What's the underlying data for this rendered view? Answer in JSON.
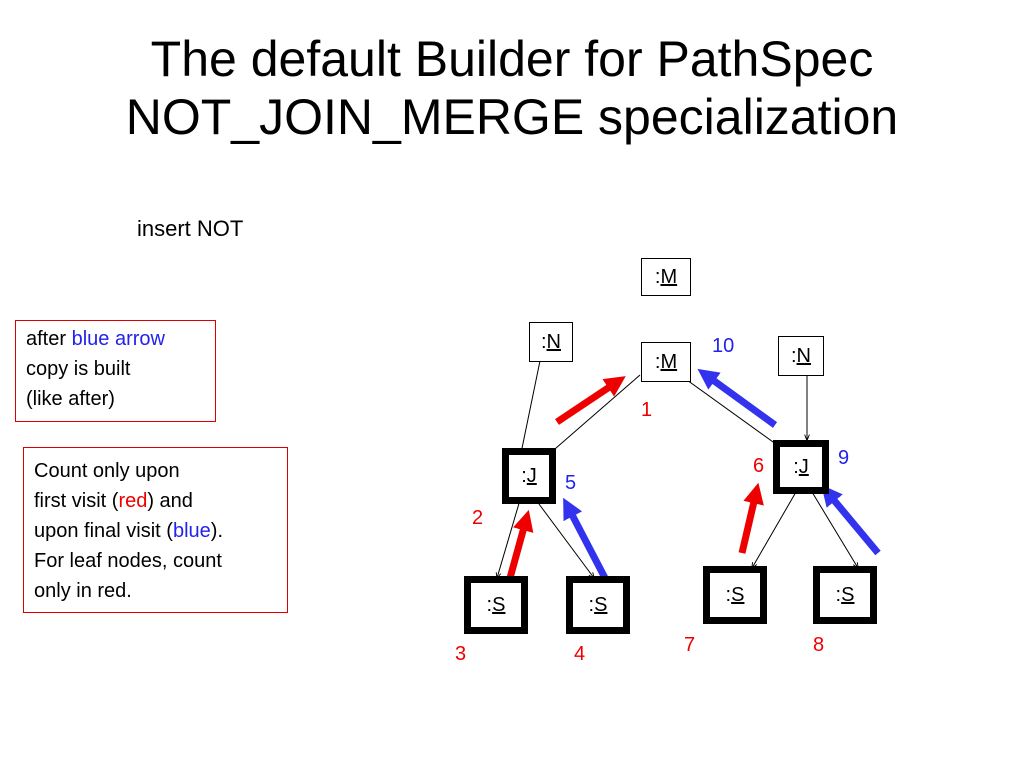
{
  "slide": {
    "title_line1": "The default Builder for PathSpec",
    "title_line2": "NOT_JOIN_MERGE specialization",
    "subhead": "insert NOT"
  },
  "note_top": {
    "text_before": "after ",
    "highlight": "blue arrow",
    "line2": "copy is built",
    "line3": "(like after)"
  },
  "note_bottom": {
    "line1": "Count only upon",
    "line2_before": "first visit (",
    "line2_red": "red",
    "line2_after": ") and",
    "line3_before": "upon final visit (",
    "line3_blue": "blue",
    "line3_after": ").",
    "line4": "For leaf nodes, count",
    "line5": "only in red."
  },
  "nodes": {
    "m_top": {
      "prefix": ":",
      "name": "M"
    },
    "m_mid": {
      "prefix": ":",
      "name": "M"
    },
    "n_left": {
      "prefix": ":",
      "name": "N"
    },
    "n_right": {
      "prefix": ":",
      "name": "N"
    },
    "j_left": {
      "prefix": ":",
      "name": "J"
    },
    "j_right": {
      "prefix": ":",
      "name": "J"
    },
    "s1": {
      "prefix": ":",
      "name": "S"
    },
    "s2": {
      "prefix": ":",
      "name": "S"
    },
    "s3": {
      "prefix": ":",
      "name": "S"
    },
    "s4": {
      "prefix": ":",
      "name": "S"
    }
  },
  "step_numbers": {
    "n1": "1",
    "n2": "2",
    "n3": "3",
    "n4": "4",
    "n5": "5",
    "n6": "6",
    "n7": "7",
    "n8": "8",
    "n9": "9",
    "n10": "10"
  },
  "colors": {
    "red": "#ee0000",
    "blue": "#3333ee",
    "border_note": "#e00000"
  }
}
